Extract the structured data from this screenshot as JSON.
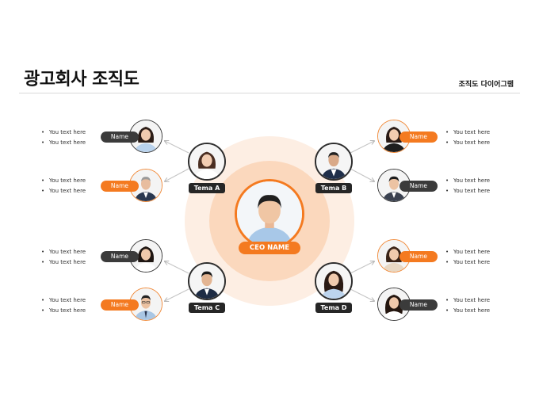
{
  "header": {
    "title": "광고회사 조직도",
    "subtitle": "조직도 다이어그램"
  },
  "ceo": {
    "label": "CEO NAME"
  },
  "teams": [
    {
      "id": "a",
      "label": "Tema A"
    },
    {
      "id": "b",
      "label": "Tema B"
    },
    {
      "id": "c",
      "label": "Tema C"
    },
    {
      "id": "d",
      "label": "Tema D"
    }
  ],
  "members": [
    {
      "label": "Name",
      "style": "dark",
      "bullets": [
        "You text here",
        "You text here"
      ]
    },
    {
      "label": "Name",
      "style": "orange",
      "bullets": [
        "You text here",
        "You text here"
      ]
    },
    {
      "label": "Name",
      "style": "orange",
      "bullets": [
        "You text here",
        "You text here"
      ]
    },
    {
      "label": "Name",
      "style": "dark",
      "bullets": [
        "You text here",
        "You text here"
      ]
    },
    {
      "label": "Name",
      "style": "dark",
      "bullets": [
        "You text here",
        "You text here"
      ]
    },
    {
      "label": "Name",
      "style": "orange",
      "bullets": [
        "You text here",
        "You text here"
      ]
    },
    {
      "label": "Name",
      "style": "orange",
      "bullets": [
        "You text here",
        "You text here"
      ]
    },
    {
      "label": "Name",
      "style": "dark",
      "bullets": [
        "You text here",
        "You text here"
      ]
    }
  ],
  "colors": {
    "accent": "#f47a20",
    "dark_pill": "#3b3b3b",
    "halo_outer": "#fdeee3",
    "halo_inner": "#fbd8bd"
  }
}
